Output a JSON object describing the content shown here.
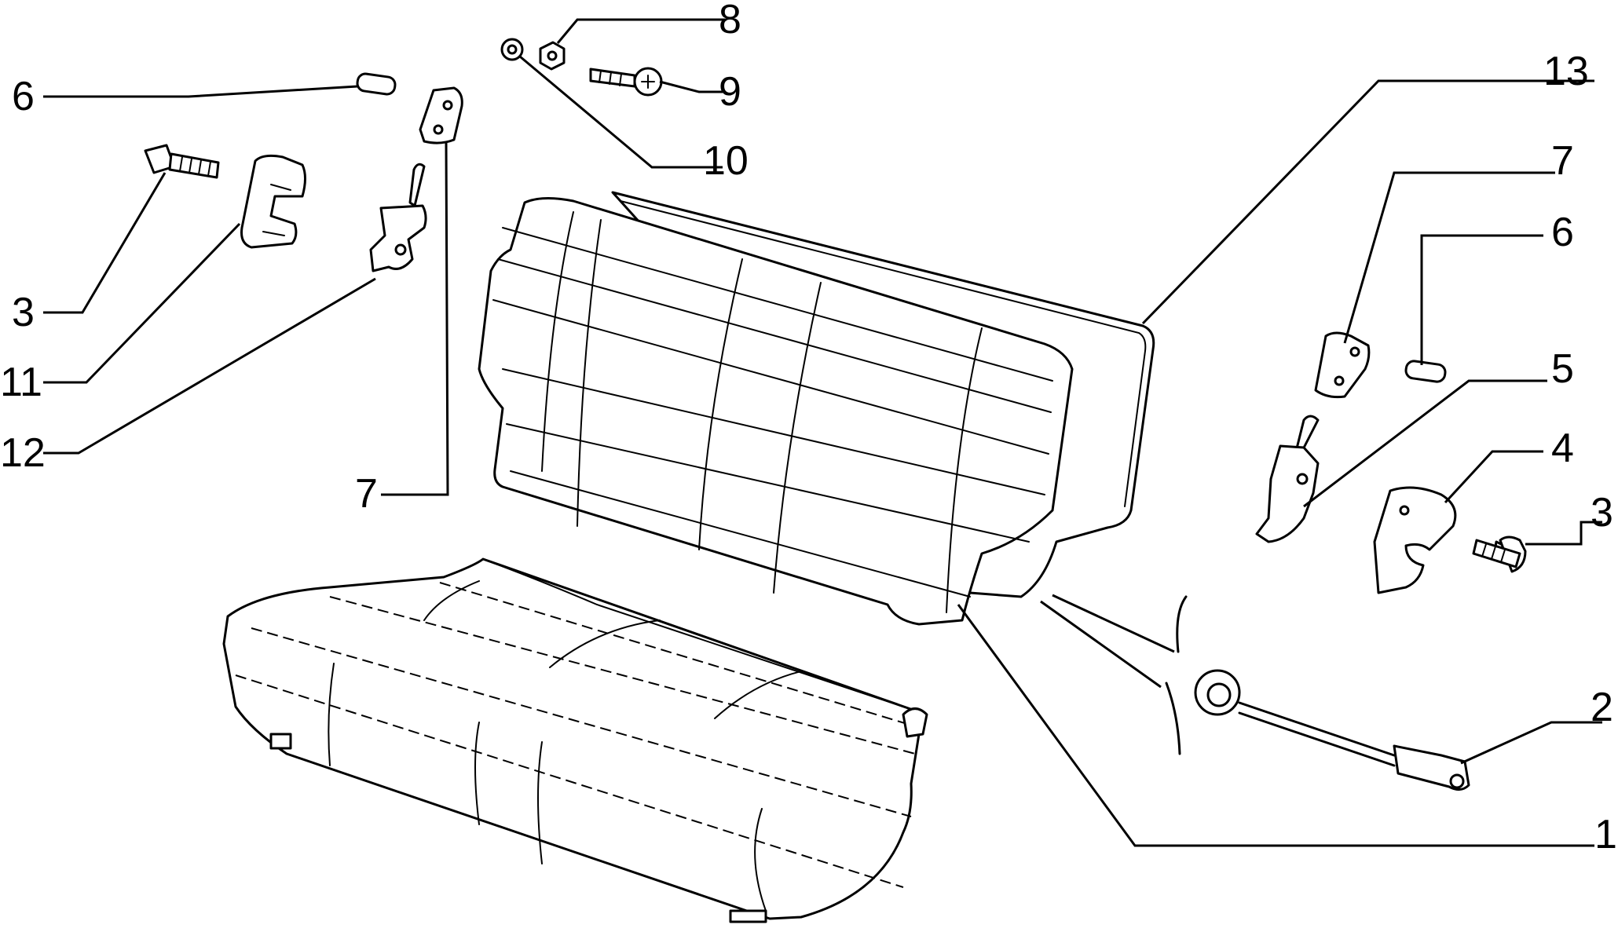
{
  "diagram": {
    "callouts": [
      {
        "id": "c6-left",
        "label": "6"
      },
      {
        "id": "c3-left",
        "label": "3"
      },
      {
        "id": "c11",
        "label": "11"
      },
      {
        "id": "c12",
        "label": "12"
      },
      {
        "id": "c7-left",
        "label": "7"
      },
      {
        "id": "c8",
        "label": "8"
      },
      {
        "id": "c9",
        "label": "9"
      },
      {
        "id": "c10",
        "label": "10"
      },
      {
        "id": "c13",
        "label": "13"
      },
      {
        "id": "c7-right",
        "label": "7"
      },
      {
        "id": "c6-right",
        "label": "6"
      },
      {
        "id": "c5",
        "label": "5"
      },
      {
        "id": "c4",
        "label": "4"
      },
      {
        "id": "c3-right",
        "label": "3"
      },
      {
        "id": "c2",
        "label": "2"
      },
      {
        "id": "c1",
        "label": "1"
      }
    ]
  }
}
